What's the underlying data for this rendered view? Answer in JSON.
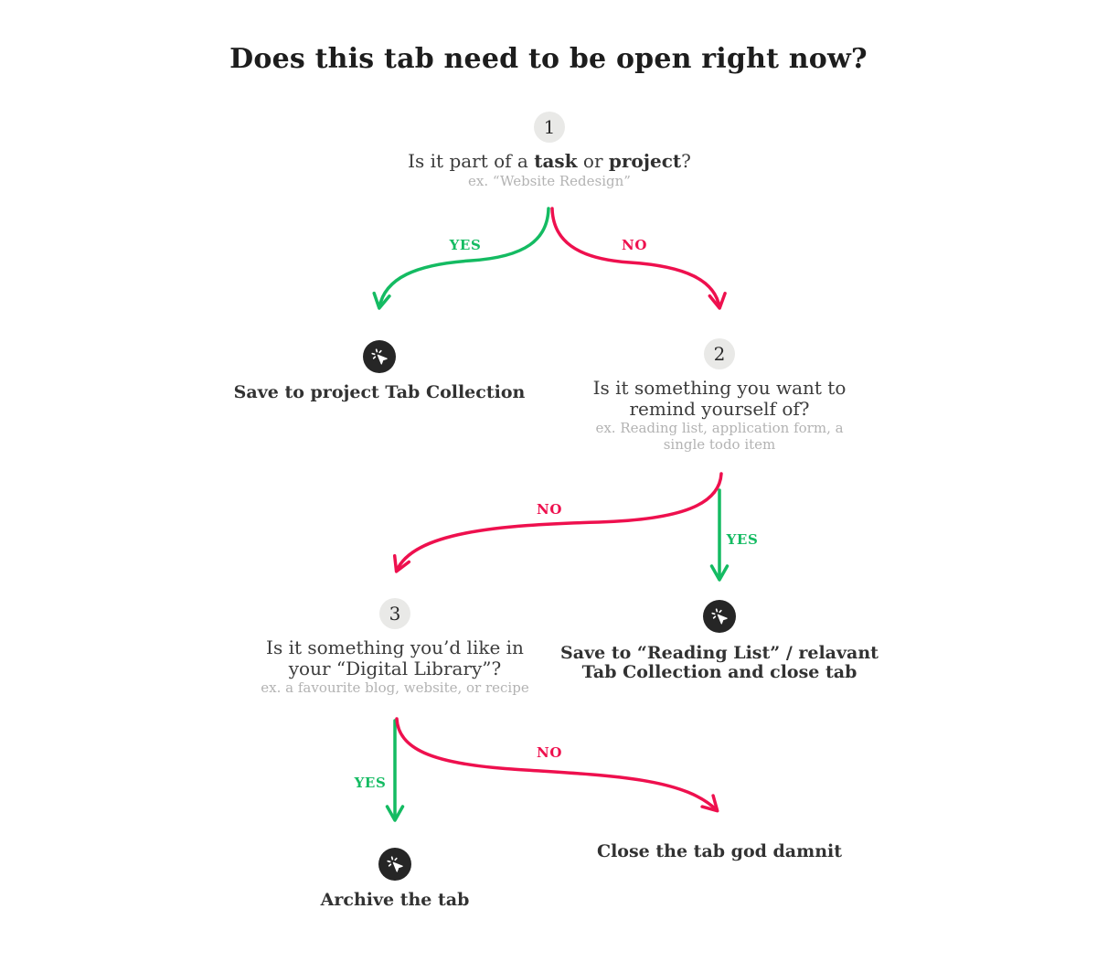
{
  "title": "Does this tab need to be open right now?",
  "edge_labels": {
    "yes": "YES",
    "no": "NO"
  },
  "questions": {
    "q1": {
      "number": "1",
      "pre": "Is it part of a ",
      "bold1": "task",
      "mid": " or ",
      "bold2": "project",
      "post": "?",
      "hint": "ex. “Website Redesign”"
    },
    "q2": {
      "number": "2",
      "line1": "Is it something you want to",
      "line2": "remind yourself of?",
      "hint1": "ex. Reading list, application form, a",
      "hint2": "single todo item"
    },
    "q3": {
      "number": "3",
      "line1": "Is it something you’d like in",
      "line2": "your “Digital Library”?",
      "hint": "ex. a favourite blog, website, or recipe"
    }
  },
  "outcomes": {
    "save_project": "Save to project Tab Collection",
    "save_reading_line1": "Save to “Reading List” / relavant",
    "save_reading_line2": "Tab Collection and close tab",
    "archive": "Archive the tab",
    "close_tab": "Close the tab god damnit"
  },
  "icons": {
    "action": "cursor-click-icon"
  },
  "colors": {
    "yes_green": "#14bb62",
    "no_red": "#ee104e",
    "badge_bg": "#e9e9e7",
    "icon_circle_bg": "#262626",
    "title_text": "#1d1d1d",
    "question_text": "#3c3c3c",
    "hint_text": "#b3b3b3"
  }
}
